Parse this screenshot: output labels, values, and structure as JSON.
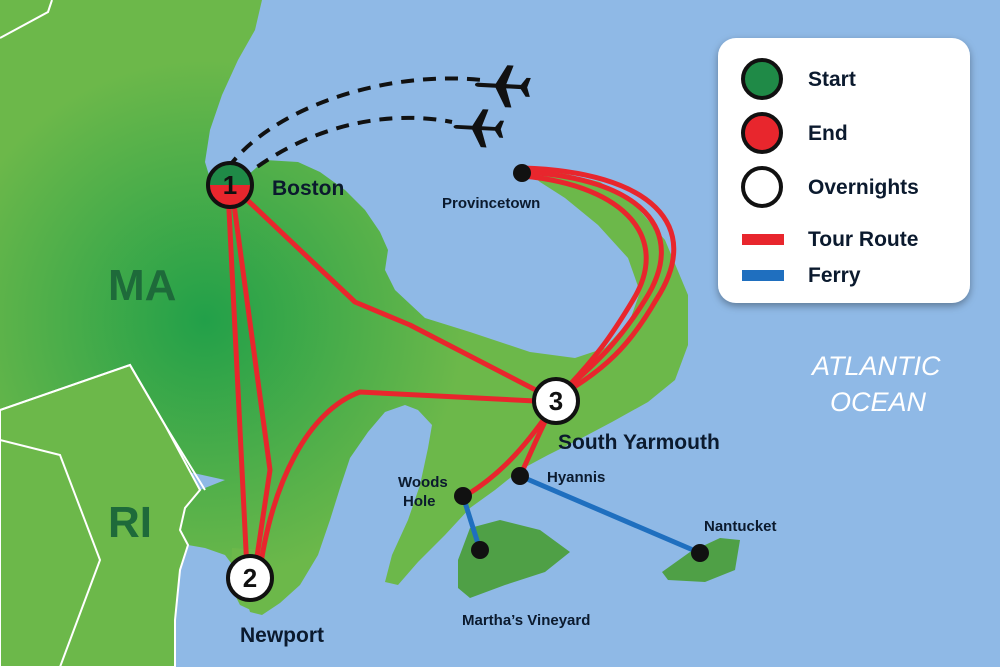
{
  "map": {
    "states": {
      "ma": "MA",
      "ri": "RI"
    },
    "ocean": {
      "line1": "ATLANTIC",
      "line2": "OCEAN"
    },
    "stops": {
      "boston": {
        "number": "1",
        "name": "Boston"
      },
      "newport": {
        "number": "2",
        "name": "Newport"
      },
      "south_yarmouth": {
        "number": "3",
        "name": "South Yarmouth"
      }
    },
    "places": {
      "provincetown": "Provincetown",
      "woods_hole_line1": "Woods",
      "woods_hole_line2": "Hole",
      "hyannis": "Hyannis",
      "marthas_vineyard": "Martha’s Vineyard",
      "nantucket": "Nantucket"
    }
  },
  "legend": {
    "start": "Start",
    "end": "End",
    "overnights": "Overnights",
    "tour_route": "Tour Route",
    "ferry": "Ferry"
  },
  "colors": {
    "water": "#8fb9e6",
    "land": "#6cb84a",
    "land_dark": "#2ea048",
    "route": "#e8262d",
    "ferry": "#1f6fbf",
    "start": "#1f8a47",
    "end": "#e8262d"
  },
  "icons": [
    "airplane-icon",
    "airplane-icon"
  ]
}
